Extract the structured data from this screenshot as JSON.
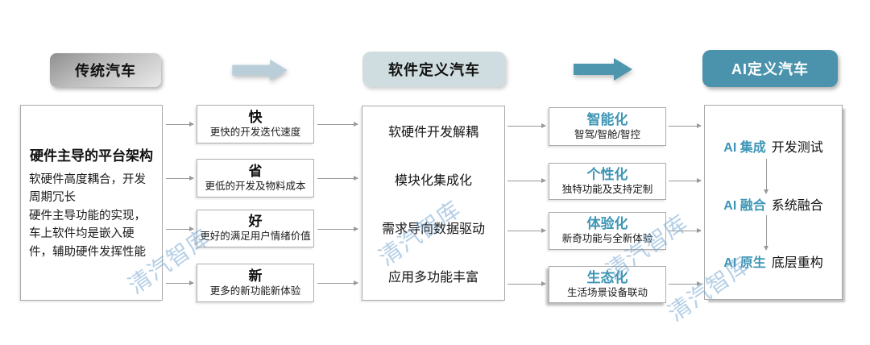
{
  "watermark": {
    "text": "清汽智库",
    "color": "#7fb2d9"
  },
  "headers": [
    {
      "label": "传统汽车"
    },
    {
      "label": "软件定义汽车"
    },
    {
      "label": "AI定义汽车"
    }
  ],
  "flow_arrows": [
    {
      "name": "arrow-traditional-to-sdv",
      "color": "#b9ced8"
    },
    {
      "name": "arrow-sdv-to-ai",
      "color": "#4e95ae"
    }
  ],
  "traditional_panel": {
    "title": "硬件主导的平台架构",
    "lines": [
      "软硬件高度耦合，开发周期冗长",
      "硬件主导功能的实现，车上软件均是嵌入硬件，辅助硬件发挥性能"
    ]
  },
  "benefit_boxes": [
    {
      "title": "快",
      "subtitle": "更快的开发迭代速度"
    },
    {
      "title": "省",
      "subtitle": "更低的开发及物料成本"
    },
    {
      "title": "好",
      "subtitle": "更好的满足用户情绪价值"
    },
    {
      "title": "新",
      "subtitle": "更多的新功能新体验"
    }
  ],
  "sdv_panel": {
    "features": [
      "软硬件开发解耦",
      "模块化集成化",
      "需求导向数据驱动",
      "应用多功能丰富"
    ]
  },
  "trait_boxes": [
    {
      "title": "智能化",
      "subtitle": "智驾/智舱/智控"
    },
    {
      "title": "个性化",
      "subtitle": "独特功能及支持定制"
    },
    {
      "title": "体验化",
      "subtitle": "新奇功能与全新体验"
    },
    {
      "title": "生态化",
      "subtitle": "生活场景设备联动"
    }
  ],
  "ai_panel": {
    "steps": [
      {
        "label": "AI 集成",
        "desc": "开发测试"
      },
      {
        "label": "AI 融合",
        "desc": "系统融合"
      },
      {
        "label": "AI 原生",
        "desc": "底层重构"
      }
    ]
  },
  "colors": {
    "accent_teal": "#4b93ac",
    "accent_teal_text": "#3e95b5",
    "light_blue_arrow": "#b9ced8",
    "header_light_blue_bg": "#cfdde1",
    "header_gray_gradient_start": "#8f8f8f",
    "connector_gray": "#999999",
    "box_border": "#adadad"
  }
}
